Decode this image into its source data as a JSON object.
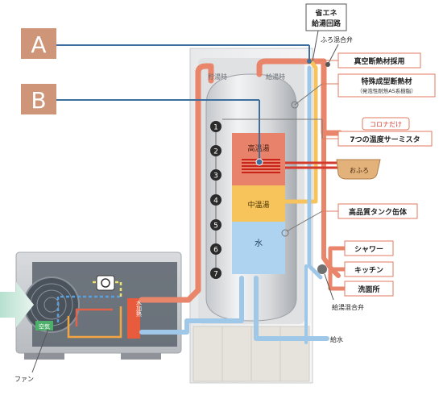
{
  "labels": {
    "marker_a": "A",
    "marker_b": "B",
    "eco_circuit_line1": "省エネ",
    "eco_circuit_line2": "給湯回路",
    "bath_mix_valve": "ふろ混合弁",
    "vacuum_insulation": "真空断熱材採用",
    "special_insulation": "特殊成型断熱材",
    "special_insulation_sub": "（発泡性耐熱AS系樹脂）",
    "corona_only": "コロナだけ",
    "thermistor": "7つの温度サーミスタ",
    "tank": "高品質タンク缶体",
    "storage_mode": "貯湯時",
    "supply_mode": "給湯時",
    "high_temp": "高温湯",
    "mid_temp": "中温湯",
    "water": "水",
    "bath": "おふろ",
    "shower": "シャワー",
    "kitchen": "キッチン",
    "washroom": "洗面所",
    "supply_mix_valve": "給湯混合弁",
    "water_supply": "給水",
    "fan": "ファン",
    "air": "空気",
    "water_heat": "水加熱"
  },
  "thermistors": [
    "1",
    "2",
    "3",
    "4",
    "5",
    "6",
    "7"
  ],
  "colors": {
    "hot_pipe": "#e8856a",
    "warm_pipe": "#f7c35c",
    "cold_pipe": "#9fc8e8",
    "marker_bg": "#c98a6a",
    "callout_border": "#e07a5f",
    "high_temp_fill": "#e9826a",
    "mid_temp_fill": "#f6c45a",
    "water_fill": "#aed3f0",
    "line_blue": "#3d6f9e"
  }
}
